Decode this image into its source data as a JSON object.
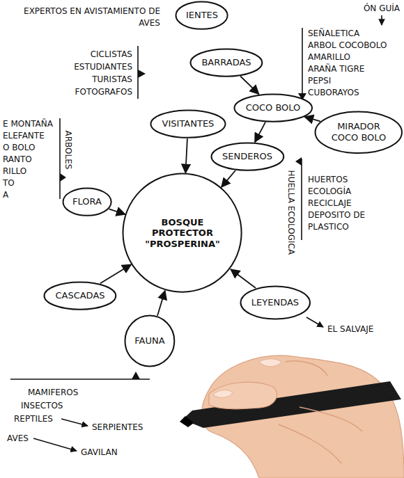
{
  "diagram": {
    "nodes": [
      {
        "text": [
          "IENTES"
        ]
      },
      {
        "text": [
          "BARRADAS"
        ]
      },
      {
        "text": [
          "MIRADOR COCO BOLO"
        ]
      },
      {
        "text": [
          "COCO BOLO"
        ]
      },
      {
        "text": [
          "VISITANTES"
        ]
      },
      {
        "text": [
          "SENDEROS"
        ]
      },
      {
        "text": [
          "FLORA"
        ]
      },
      {
        "text": [
          "BOSQUE PROTECTOR \"PROSPERINA\""
        ]
      },
      {
        "text": [
          "LEYENDAS"
        ]
      },
      {
        "text": [
          "CASCADAS"
        ]
      },
      {
        "text": [
          "FAUNA"
        ]
      }
    ],
    "edges": [
      {
        "from": 1,
        "to": 3,
        "arrow": "to"
      },
      {
        "from": 2,
        "to": 3,
        "arrow": "to"
      },
      {
        "from": 3,
        "to": 5,
        "arrow": "to"
      },
      {
        "from": 4,
        "to": 7,
        "arrow": "to"
      },
      {
        "from": 5,
        "to": 7,
        "arrow": "to"
      },
      {
        "from": 6,
        "to": 7,
        "arrow": "to"
      },
      {
        "from": 8,
        "to": 7,
        "arrow": "to"
      },
      {
        "from": 9,
        "to": 7,
        "arrow": "to"
      },
      {
        "from": 10,
        "to": 7,
        "arrow": "to"
      }
    ],
    "labels": [
      "EXPERTOS EN AVISTAMIENTO DE AVES",
      "CICLISTAS",
      "ESTUDIANTES",
      "TURISTAS",
      "FOTOGRAFOS",
      "ÓN GUÍA",
      "SEÑALETICA",
      "ARBOL COCOBOLO",
      "AMARILLO",
      "ARAÑA TIGRE",
      "PEPSI",
      "CUBORAYOS",
      "ARBOLES",
      "E MONTAÑA",
      "ELEFANTE",
      "O BOLO",
      "RANTO",
      "RILLO",
      "TO",
      "A",
      "HUELLA ECOLOGICA",
      "HUERTOS",
      "ECOLOGÍA",
      "RECICLAJE",
      "DEPOSITO DE PLASTICO",
      "EL SALVAJE",
      "MAMIFEROS",
      "INSECTOS",
      "REPTILES",
      "SERPIENTES",
      "AVES",
      "GAVILAN"
    ]
  }
}
